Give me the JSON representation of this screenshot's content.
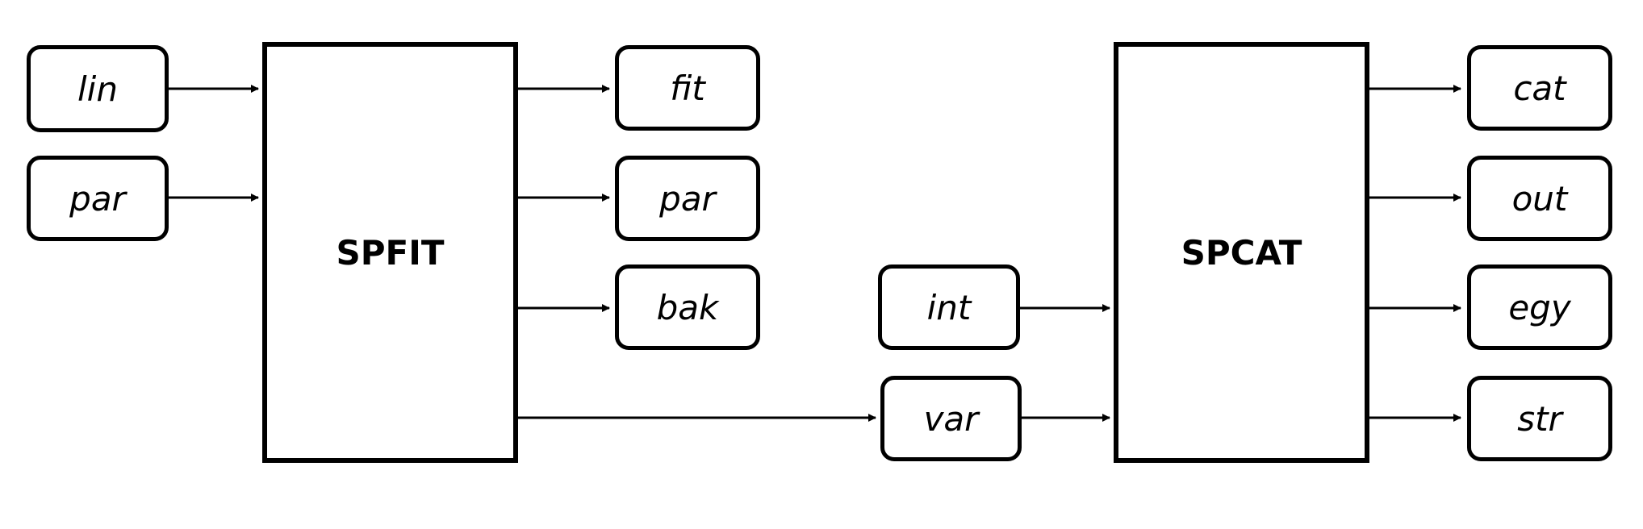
{
  "programs": {
    "spfit": "SPFIT",
    "spcat": "SPCAT"
  },
  "spfit_inputs": {
    "lin": "lin",
    "par": "par"
  },
  "spfit_outputs": {
    "fit": "fit",
    "par": "par",
    "bak": "bak",
    "var": "var"
  },
  "spcat_inputs": {
    "int": "int"
  },
  "spcat_outputs": {
    "cat": "cat",
    "out": "out",
    "egy": "egy",
    "str": "str"
  }
}
